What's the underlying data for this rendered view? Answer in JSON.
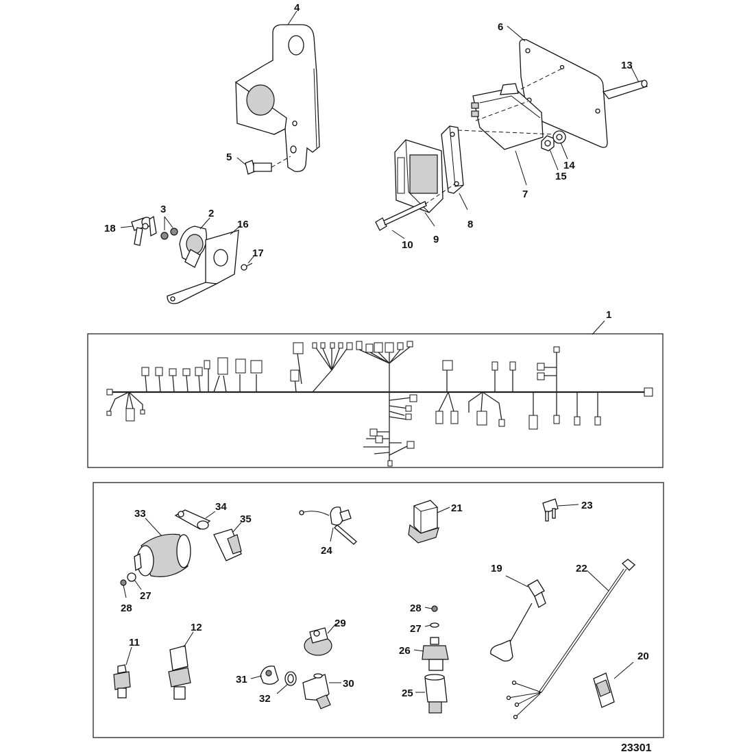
{
  "callouts": {
    "c1": "1",
    "c2": "2",
    "c3": "3",
    "c4": "4",
    "c5": "5",
    "c6": "6",
    "c7": "7",
    "c8": "8",
    "c9": "9",
    "c10": "10",
    "c11": "11",
    "c12": "12",
    "c13": "13",
    "c14": "14",
    "c15": "15",
    "c16": "16",
    "c17": "17",
    "c18": "18",
    "c19": "19",
    "c20": "20",
    "c21": "21",
    "c22": "22",
    "c23": "23",
    "c24": "24",
    "c25": "25",
    "c26": "26",
    "c27a": "27",
    "c27b": "27",
    "c28a": "28",
    "c28b": "28",
    "c29": "29",
    "c30": "30",
    "c31": "31",
    "c32": "32",
    "c33": "33",
    "c34": "34",
    "c35": "35"
  },
  "figure_number": "23301"
}
